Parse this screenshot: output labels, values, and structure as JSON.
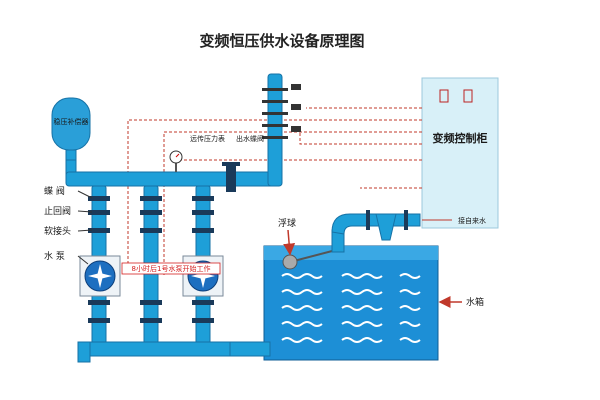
{
  "title": "变频恒压供水设备原理图",
  "labels": {
    "pressure_tank": "稳压补偿器",
    "butterfly_valve": "蝶  阀",
    "check_valve": "止回阀",
    "soft_joint": "软接头",
    "water_pump": "水  泵",
    "remote_gauge": "远传压力表",
    "outlet_valve": "出水蝶阀",
    "control_cabinet": "变频控制柜",
    "float_ball": "浮球",
    "tap_water": "接自来水",
    "water_tank": "水箱",
    "pump_note": "8小时后1号水泵开始工作"
  },
  "colors": {
    "pipe": "#1e9fd8",
    "pipe_edge": "#1672a6",
    "tank": "#1d8fd6",
    "cabinet": "#d8f0f8",
    "signal_line": "#c0392b",
    "note": "#d42020"
  }
}
